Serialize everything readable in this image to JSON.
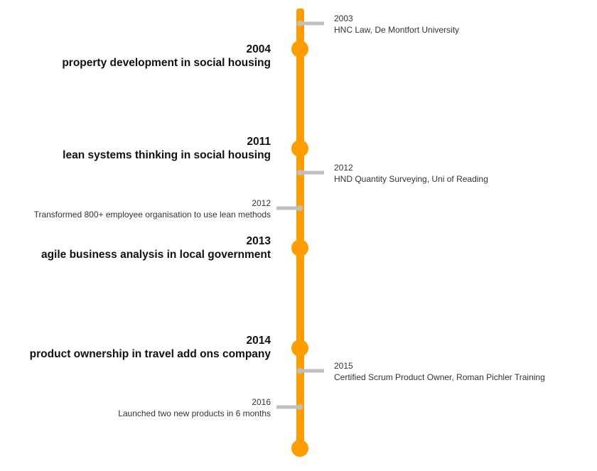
{
  "colors": {
    "spine": "#ff9c00",
    "connector": "#bfbfbf",
    "text_primary": "#111111",
    "text_secondary": "#333333"
  },
  "roles": [
    {
      "year": "2004",
      "desc": "property development in social housing"
    },
    {
      "year": "2011",
      "desc": "lean systems thinking in social housing"
    },
    {
      "year": "2013",
      "desc": "agile business analysis in local government"
    },
    {
      "year": "2014",
      "desc": "product ownership in travel add ons company"
    }
  ],
  "milestones": [
    {
      "year": "2003",
      "desc": "HNC Law, De Montfort University",
      "side": "right"
    },
    {
      "year": "2012",
      "desc": "HND Quantity Surveying, Uni of Reading",
      "side": "right"
    },
    {
      "year": "2012",
      "desc": "Transformed 800+ employee organisation to use lean methods",
      "side": "left"
    },
    {
      "year": "2015",
      "desc": "Certified Scrum Product Owner, Roman Pichler Training",
      "side": "right"
    },
    {
      "year": "2016",
      "desc": "Launched two new products in 6 months",
      "side": "left"
    }
  ]
}
